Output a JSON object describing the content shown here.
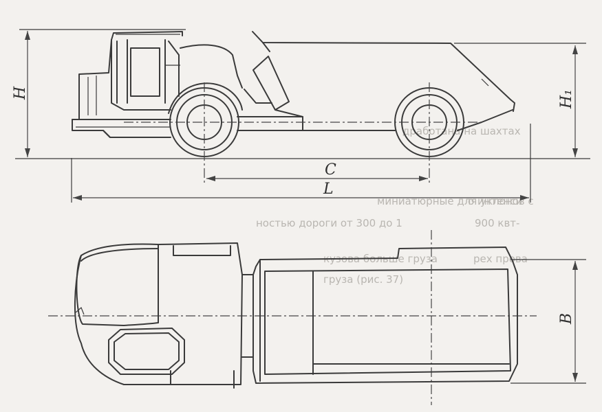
{
  "dimension_labels": {
    "H": "H",
    "H1": "H₁",
    "C": "C",
    "L": "L",
    "B": "B"
  },
  "bleed_through": {
    "line1": "дработана на шахтах",
    "line2": "миниатюрные для уклонов с",
    "line3": "ностью дороги от 300 до 1",
    "line4": "кузова больше груза",
    "line5": "груза (рис. 37)",
    "left1": "о интенси",
    "left2": "900 квт-",
    "left3": "рех прова"
  }
}
